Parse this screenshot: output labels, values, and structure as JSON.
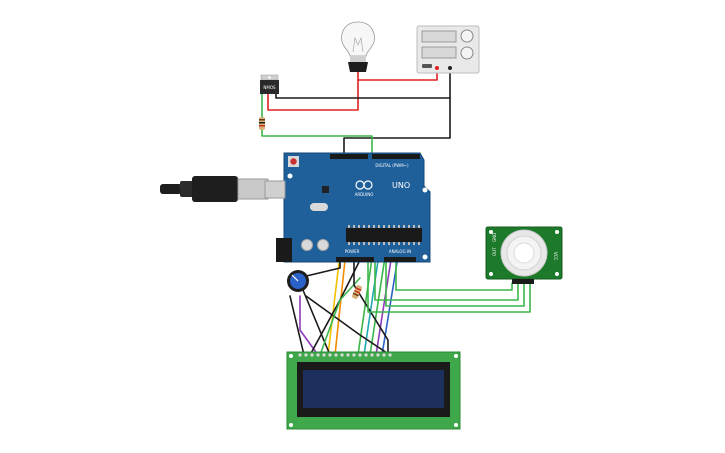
{
  "transistor": {
    "label": "NMOS"
  },
  "arduino": {
    "brand": "ARDUINO",
    "model": "UNO",
    "digital_header": "DIGITAL (PWM~)",
    "power_header": "POWER",
    "analog_header": "ANALOG IN"
  },
  "pir": {
    "pin_labels": [
      "VCC",
      "OUT",
      "GND"
    ]
  },
  "wire_colors": {
    "red": "#e02020",
    "black": "#1a1a1a",
    "green": "#3cb64a",
    "yellow": "#f2c200",
    "orange": "#f28c00",
    "purple": "#8e3bb8",
    "teal": "#21a8b0",
    "blue": "#2b62c9"
  }
}
